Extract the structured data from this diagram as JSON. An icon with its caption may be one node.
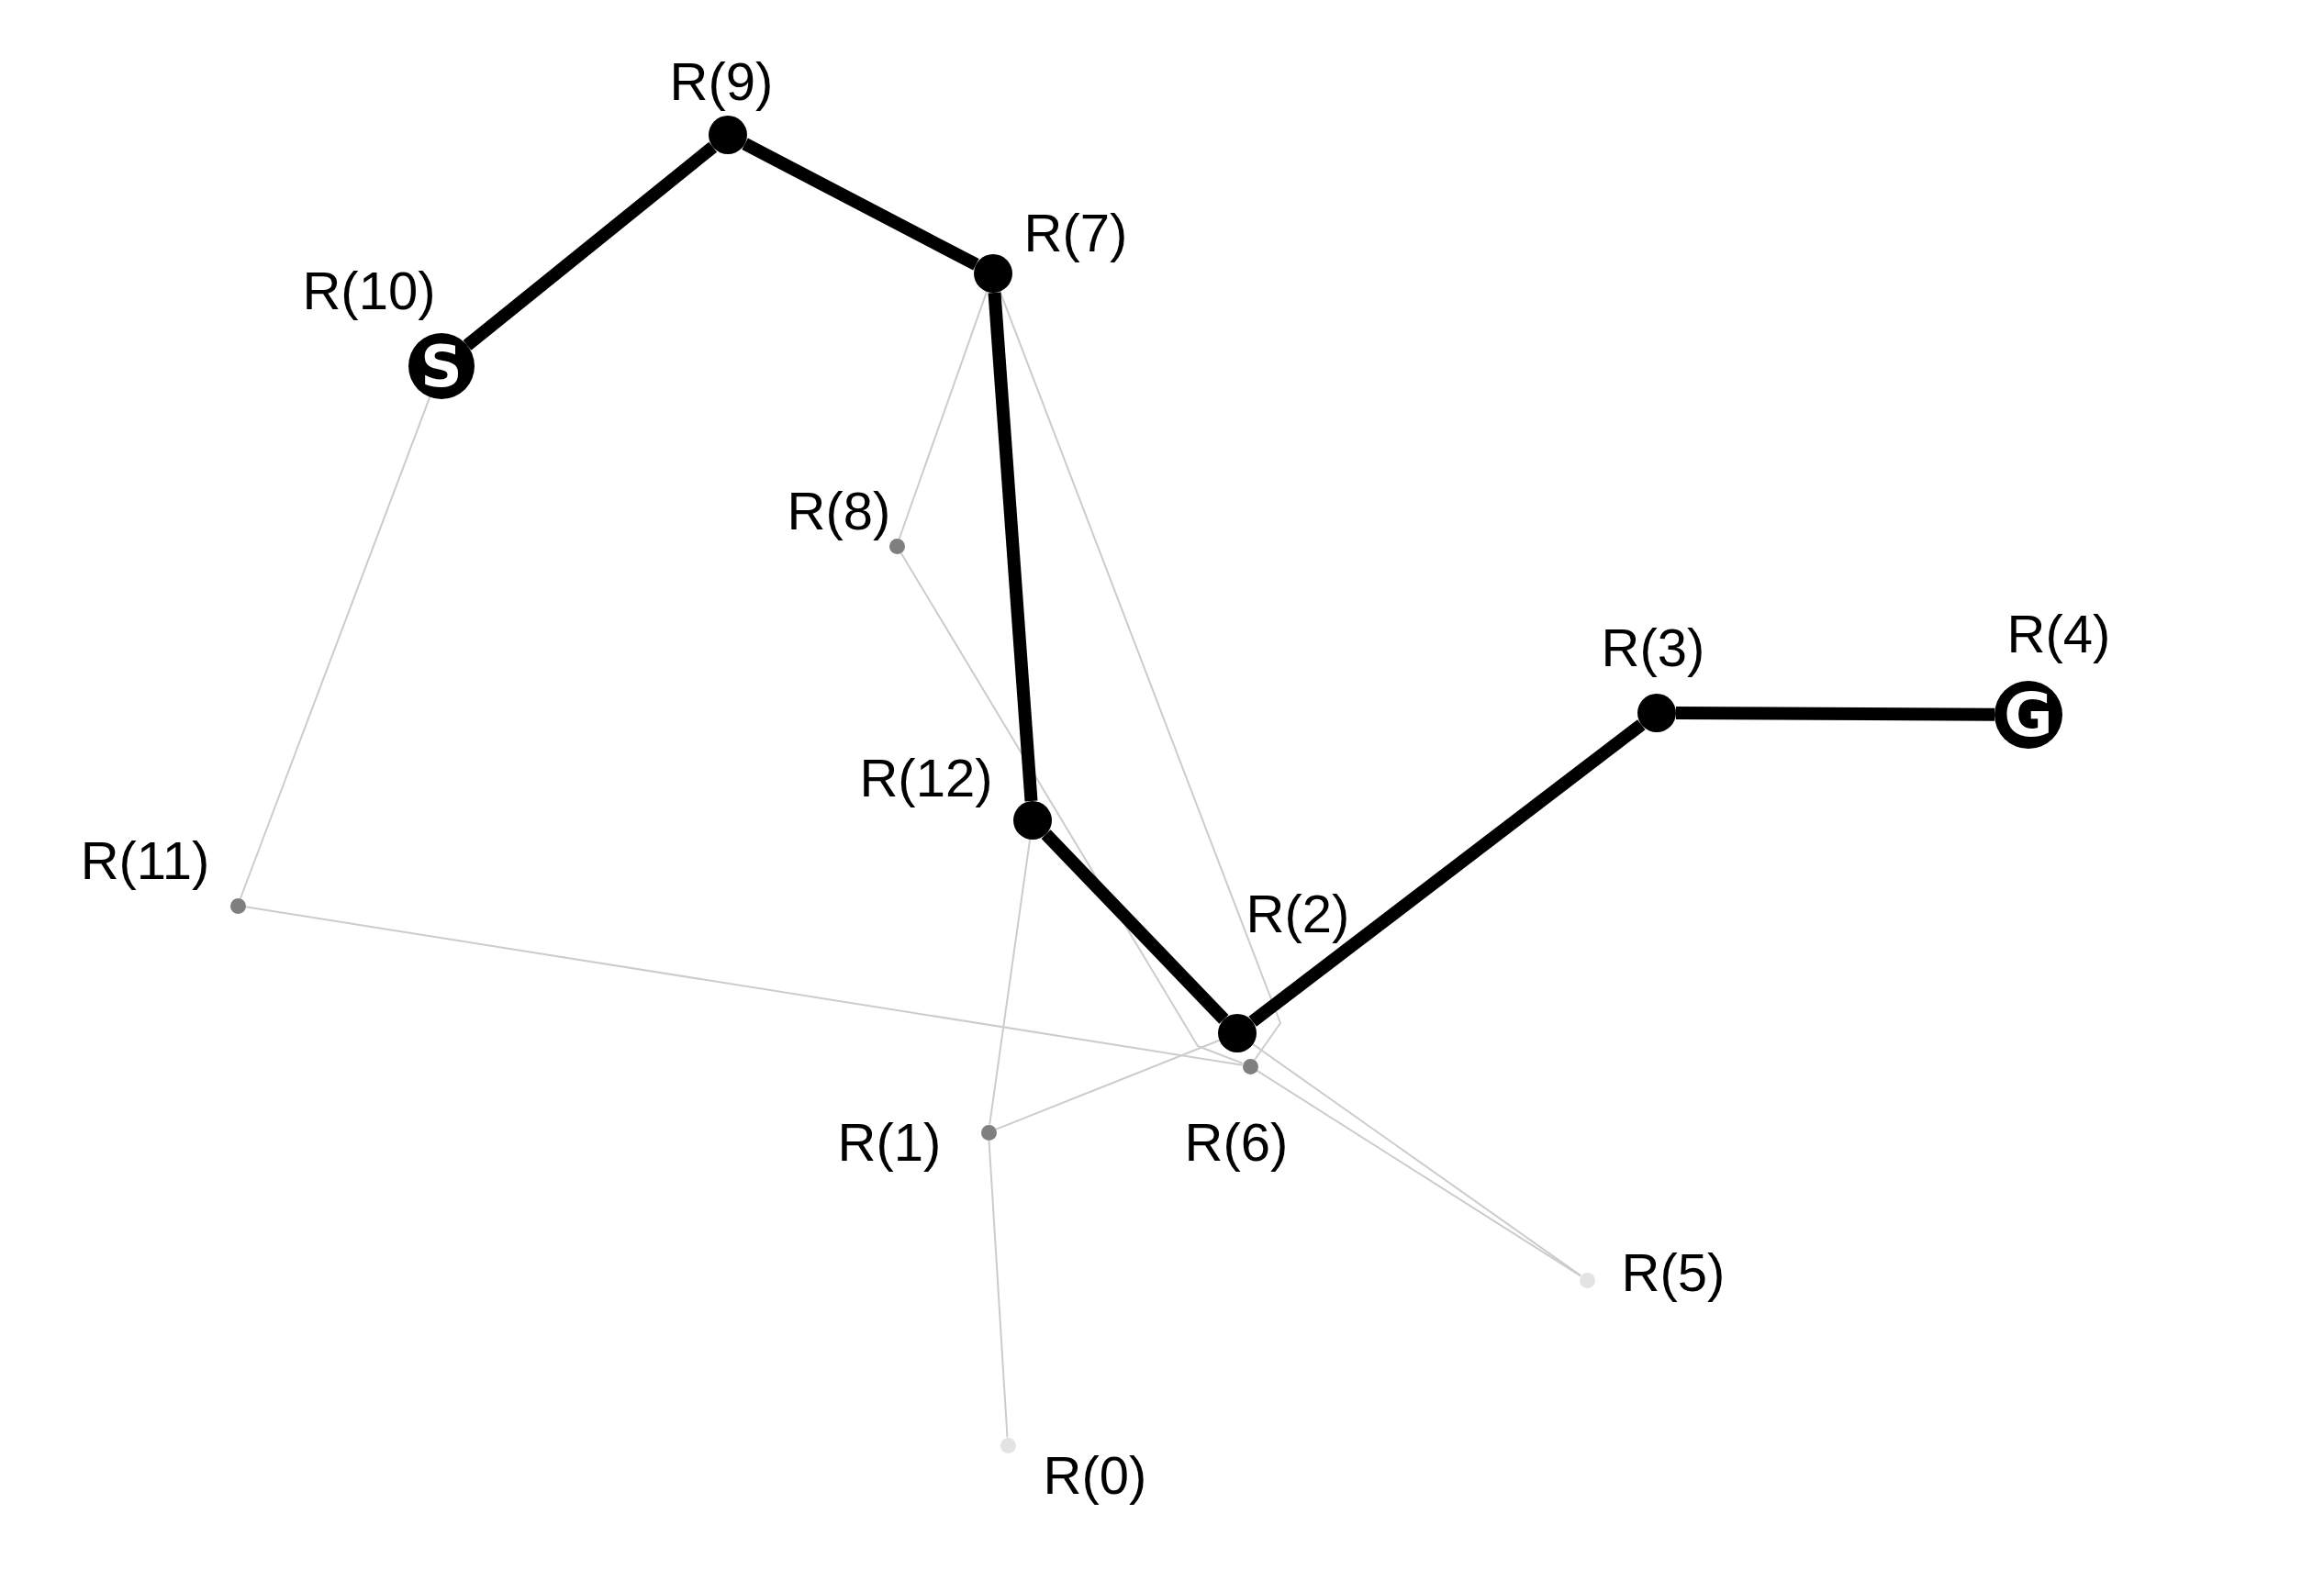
{
  "diagram": {
    "nodes": [
      {
        "text": [],
        "shape": "circle",
        "beside": [
          "R(9)"
        ]
      },
      {
        "text": [],
        "shape": "circle",
        "beside": [
          "R(7)"
        ]
      },
      {
        "text": [
          "S"
        ],
        "beside": [
          "R(10)"
        ]
      },
      {
        "text": [],
        "shape": "circle",
        "beside": [
          "R(8)"
        ]
      },
      {
        "text": [],
        "shape": "circle",
        "beside": [
          "R(3)"
        ]
      },
      {
        "text": [
          "G"
        ],
        "beside": [
          "R(4)"
        ]
      },
      {
        "text": [],
        "shape": "circle",
        "beside": [
          "R(12)"
        ]
      },
      {
        "text": [],
        "shape": "circle",
        "beside": [
          "R(11)"
        ]
      },
      {
        "text": [],
        "shape": "circle",
        "beside": [
          "R(2)"
        ]
      },
      {
        "text": [],
        "shape": "circle",
        "beside": [
          "R(6)"
        ]
      },
      {
        "text": [],
        "shape": "circle",
        "beside": [
          "R(1)"
        ]
      },
      {
        "text": [],
        "shape": "circle",
        "beside": [
          "R(5)"
        ]
      },
      {
        "text": [],
        "shape": "circle",
        "beside": [
          "R(0)"
        ]
      }
    ],
    "edges": [
      {
        "from": 2,
        "to": 0,
        "arrow": "none",
        "style": "thick",
        "color": "#000000"
      },
      {
        "from": 0,
        "to": 1,
        "arrow": "none",
        "style": "thick",
        "color": "#000000"
      },
      {
        "from": 1,
        "to": 6,
        "arrow": "none",
        "style": "thick",
        "color": "#000000"
      },
      {
        "from": 6,
        "to": 8,
        "arrow": "none",
        "style": "thick",
        "color": "#000000"
      },
      {
        "from": 8,
        "to": 4,
        "arrow": "none",
        "style": "thick",
        "color": "#000000"
      },
      {
        "from": 4,
        "to": 5,
        "arrow": "none",
        "style": "thick",
        "color": "#000000"
      },
      {
        "from": 2,
        "to": 7,
        "arrow": "none"
      },
      {
        "from": 7,
        "to": 9,
        "arrow": "none"
      },
      {
        "from": 1,
        "to": 3,
        "arrow": "none"
      },
      {
        "from": 3,
        "to": 9,
        "arrow": "none"
      },
      {
        "from": 1,
        "to": 9,
        "arrow": "none"
      },
      {
        "from": 6,
        "to": 10,
        "arrow": "none"
      },
      {
        "from": 10,
        "to": 12,
        "arrow": "none"
      },
      {
        "from": 10,
        "to": 8,
        "arrow": "none"
      },
      {
        "from": 8,
        "to": 11,
        "arrow": "none"
      },
      {
        "from": 9,
        "to": 11,
        "arrow": "none"
      }
    ]
  }
}
